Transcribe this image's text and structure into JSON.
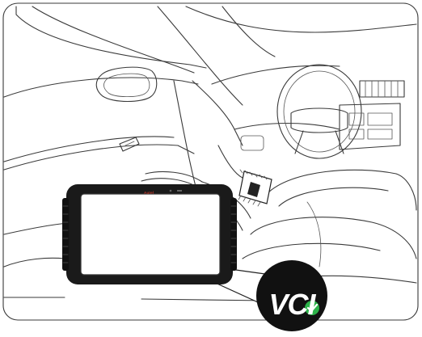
{
  "scene": {
    "description_label": "",
    "tablet": {
      "brand": "Autel"
    },
    "badge": {
      "label": "VCI",
      "status": "connected",
      "check_color": "#2db34a"
    },
    "colors": {
      "line": "#3a3a3a",
      "tablet": "#1a1a1a",
      "badge": "#111111"
    }
  }
}
